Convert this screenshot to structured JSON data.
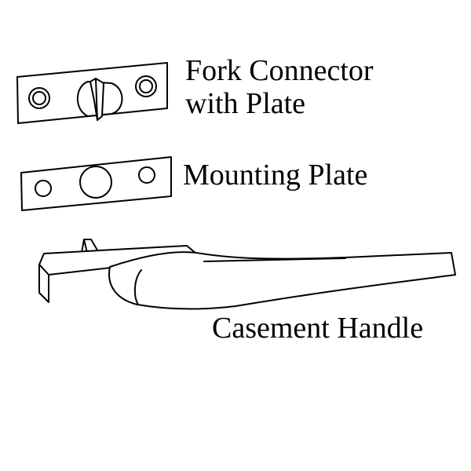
{
  "labels": {
    "fork_connector_line1": "Fork Connector",
    "fork_connector_line2": "with Plate",
    "mounting_plate": "Mounting Plate",
    "casement_handle": "Casement Handle"
  },
  "colors": {
    "stroke": "#000000",
    "background": "#ffffff"
  }
}
